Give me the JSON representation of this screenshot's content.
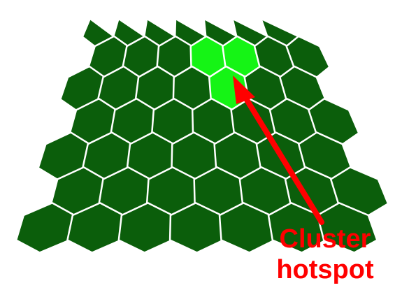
{
  "annotation": {
    "lines": [
      "Cluster",
      "hotspot"
    ]
  },
  "grid": {
    "rows": 7,
    "cols": 7,
    "hotspot_cells": [
      [
        1,
        3
      ],
      [
        2,
        4
      ],
      [
        1,
        4
      ]
    ]
  },
  "colors": {
    "normal_cell": "#0b5e0b",
    "hot_cell": "#15f415",
    "cell_outline": "#ffffff",
    "annotation": "#ff0000",
    "arrow": "#ff0000"
  }
}
